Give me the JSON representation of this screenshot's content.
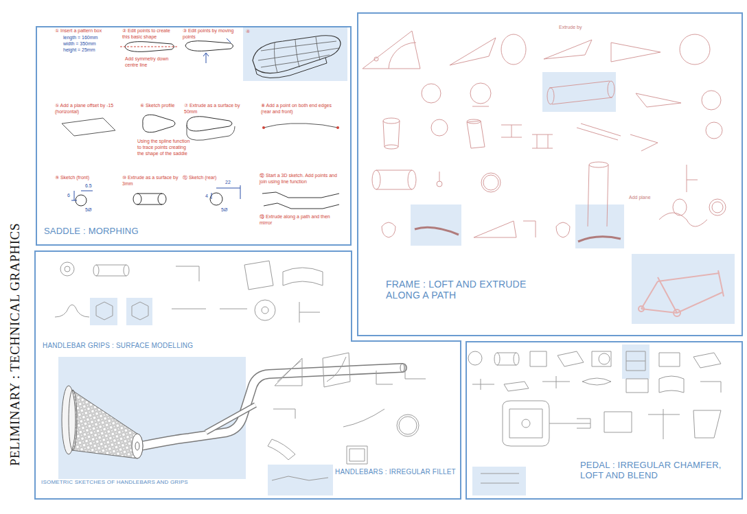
{
  "diagram": {
    "title": "PELIMINARY : TECHNICAL GRAPHICS",
    "nodes": [
      {
        "text": [
          "SADDLE : MORPHING"
        ]
      },
      {
        "text": [
          "FRAME : LOFT AND EXTRUDE ALONG A PATH"
        ]
      },
      {
        "text": [
          "HANDLEBAR GRIPS : SURFACE MODELLING",
          "ISOMETRIC SKETCHES OF HANDLEBARS AND GRIPS",
          "HANDLEBARS : IRREGULAR FILLET"
        ]
      },
      {
        "text": [
          "PEDAL : IRREGULAR CHAMFER, LOFT AND BLEND"
        ]
      }
    ],
    "labels": [
      "① Insert a pattern box",
      "length = 160mm",
      "width = 350mm",
      "height = 25mm",
      "② Edit points to create this basic shape",
      "Add symmetry down centre line",
      "③ Edit points by moving points",
      "④",
      "⑤ Add a plane offset by -15 (horizontal)",
      "⑥ Sketch profile",
      "Using the spline function to trace points creating the shape of the saddle",
      "⑦ Extrude as a surface by 50mm",
      "⑧ Add a point on both end edges (rear and front)",
      "⑨ Sketch (front)",
      "⑩ Extrude as a surface by 3mm",
      "⑪ Sketch (rear)",
      "⑫ Start a 3D sketch. Add points and join using line function",
      "⑬ Extrude along a path and then mirror",
      "6.5",
      "6",
      "5Ø",
      "22",
      "4",
      "5Ø",
      "Extrude by",
      "Add plane"
    ]
  }
}
